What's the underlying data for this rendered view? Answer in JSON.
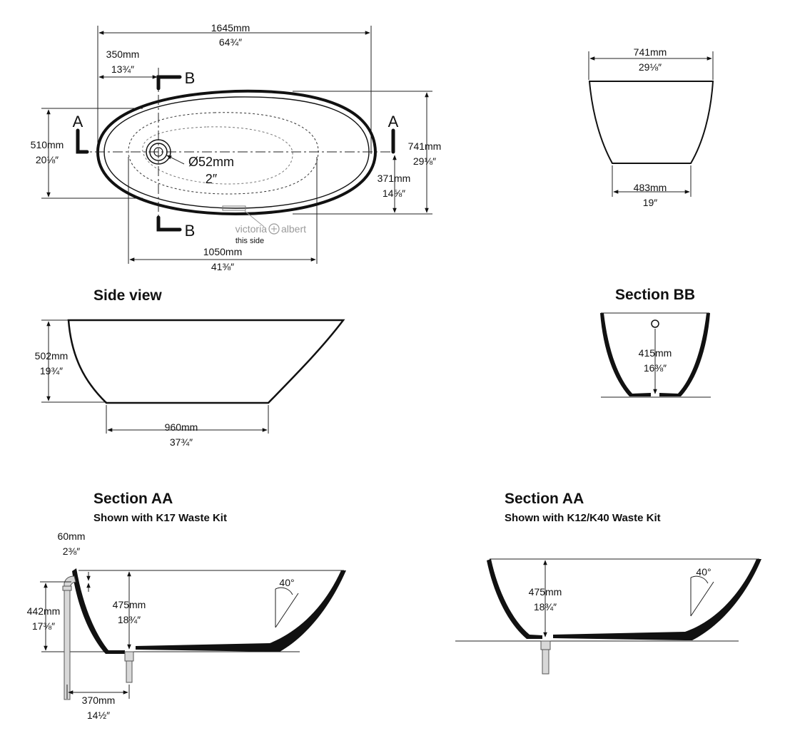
{
  "plan": {
    "length_mm": "1645mm",
    "length_in": "64¾″",
    "offset_mm": "350mm",
    "offset_in": "13¾″",
    "width_mm": "510mm",
    "width_in": "20⅛″",
    "overall_width_mm": "741mm",
    "overall_width_in": "29⅛″",
    "waste_dia_mm": "Ø52mm",
    "waste_dia_in": "2″",
    "half_width_mm": "371mm",
    "half_width_in": "14⅝″",
    "inner_length_mm": "1050mm",
    "inner_length_in": "41⅜″",
    "section_a": "A",
    "section_b": "B",
    "brand_left": "victoria",
    "brand_right": "albert",
    "brand_note": "this side"
  },
  "end_view": {
    "top_mm": "741mm",
    "top_in": "29⅛″",
    "base_mm": "483mm",
    "base_in": "19″"
  },
  "side_view": {
    "title": "Side view",
    "height_mm": "502mm",
    "height_in": "19¾″",
    "base_mm": "960mm",
    "base_in": "37¾″"
  },
  "section_bb": {
    "title": "Section BB",
    "height_mm": "415mm",
    "height_in": "16⅜″"
  },
  "section_aa_left": {
    "title": "Section AA",
    "subtitle": "Shown with K17 Waste Kit",
    "rim_mm": "60mm",
    "rim_in": "2⅜″",
    "overflow_mm": "442mm",
    "overflow_in": "17⅜″",
    "depth_mm": "475mm",
    "depth_in": "18¾″",
    "angle": "40°",
    "pipe_mm": "370mm",
    "pipe_in": "14½″"
  },
  "section_aa_right": {
    "title": "Section AA",
    "subtitle": "Shown with K12/K40 Waste Kit",
    "depth_mm": "475mm",
    "depth_in": "18¾″",
    "angle": "40°"
  }
}
